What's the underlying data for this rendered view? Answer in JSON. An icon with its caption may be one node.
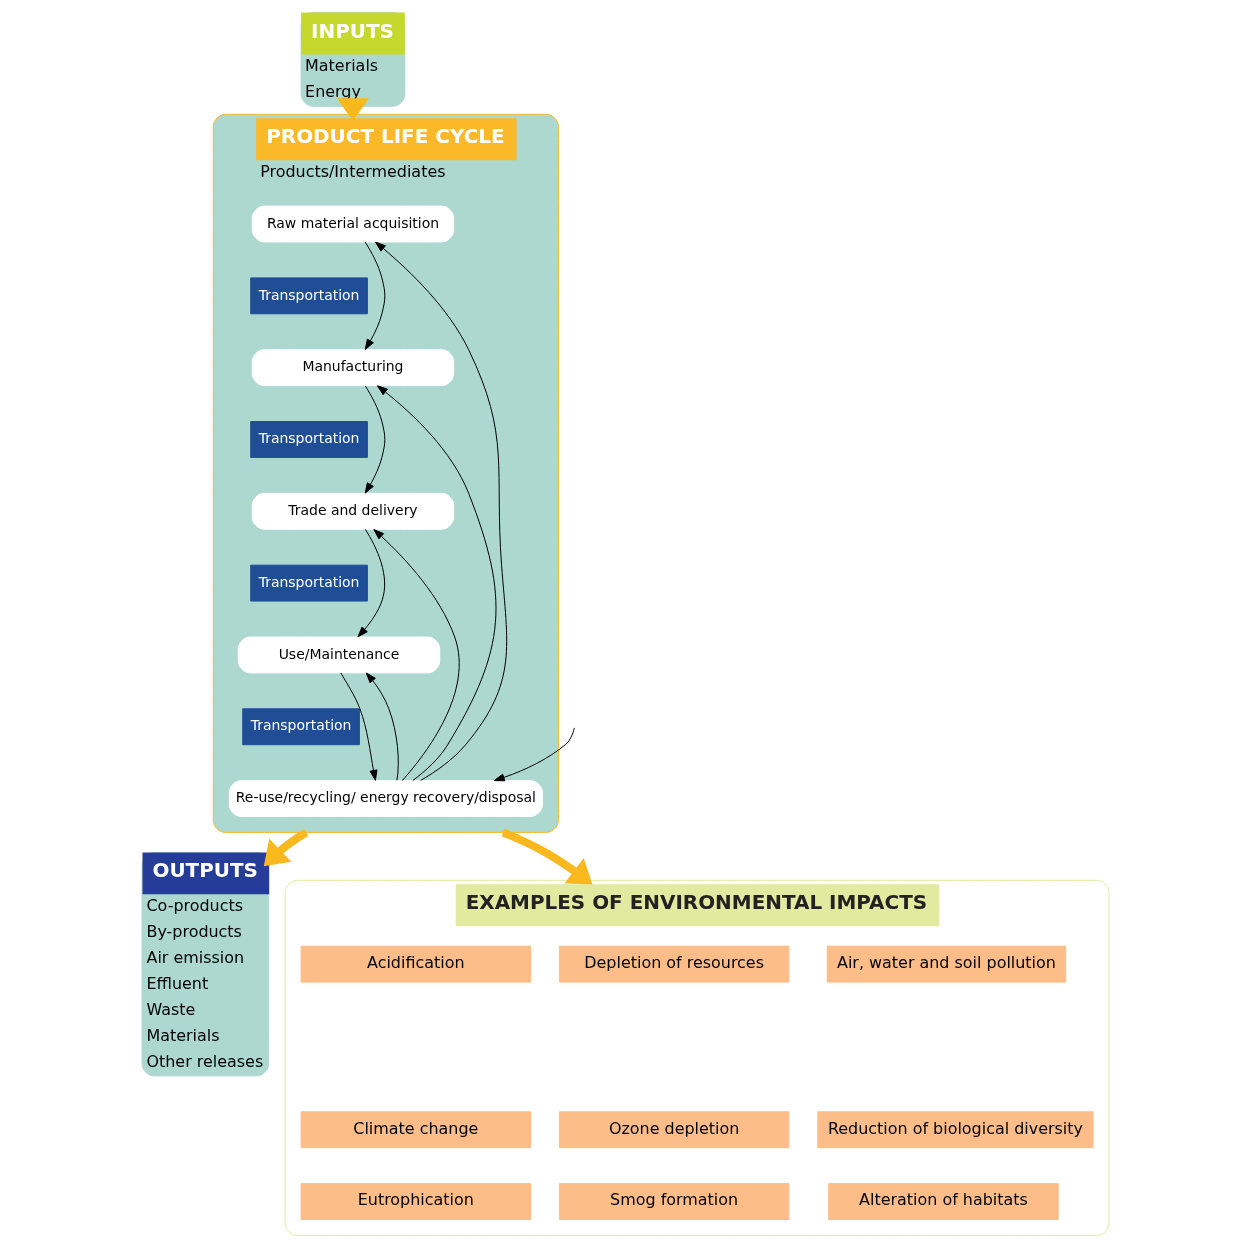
{
  "diagram": {
    "nodes": [
      {
        "text": [
          "INPUTS",
          "Materials",
          "Energy"
        ]
      },
      {
        "text": [
          "PRODUCT LIFE CYCLE",
          "Products/Intermediates"
        ]
      },
      {
        "text": [
          "Raw material acquisition"
        ],
        "in": 1
      },
      {
        "text": [
          "Transportation"
        ],
        "in": 1
      },
      {
        "text": [
          "Manufacturing"
        ],
        "in": 1
      },
      {
        "text": [
          "Transportation"
        ],
        "in": 1
      },
      {
        "text": [
          "Trade and delivery"
        ],
        "in": 1
      },
      {
        "text": [
          "Transportation"
        ],
        "in": 1
      },
      {
        "text": [
          "Use/Maintenance"
        ],
        "in": 1
      },
      {
        "text": [
          "Transportation"
        ],
        "in": 1
      },
      {
        "text": [
          "Re-use/recycling/ energy recovery/disposal"
        ],
        "in": 1
      },
      {
        "text": [
          "OUTPUTS",
          "Co-products",
          "By-products",
          "Air emission",
          "Effluent",
          "Waste",
          "Materials",
          "Other releases"
        ]
      },
      {
        "text": [
          "EXAMPLES OF ENVIRONMENTAL IMPACTS"
        ]
      },
      {
        "text": [
          "Acidification"
        ],
        "in": 12
      },
      {
        "text": [
          "Depletion of resources"
        ],
        "in": 12
      },
      {
        "text": [
          "Air, water and soil pollution"
        ],
        "in": 12
      },
      {
        "text": [
          "Climate change"
        ],
        "in": 12
      },
      {
        "text": [
          "Ozone depletion"
        ],
        "in": 12
      },
      {
        "text": [
          "Reduction of biological diversity"
        ],
        "in": 12
      },
      {
        "text": [
          "Eutrophication"
        ],
        "in": 12
      },
      {
        "text": [
          "Smog formation"
        ],
        "in": 12
      },
      {
        "text": [
          "Alteration of habitats"
        ],
        "in": 12
      }
    ],
    "edges": [
      {
        "from": 0,
        "to": 1,
        "arrow": "to",
        "style": "thick",
        "color": "#f9b81d"
      },
      {
        "from": 1,
        "to": 11,
        "arrow": "to",
        "style": "thick",
        "color": "#f9b81d"
      },
      {
        "from": 1,
        "to": 12,
        "arrow": "to",
        "style": "thick",
        "color": "#f9b81d"
      },
      {
        "from": 2,
        "to": 4,
        "arrow": "to"
      },
      {
        "from": 4,
        "to": 6,
        "arrow": "to"
      },
      {
        "from": 6,
        "to": 8,
        "arrow": "to"
      },
      {
        "from": 8,
        "to": 10,
        "arrow": "to"
      },
      {
        "from": 10,
        "to": 2,
        "arrow": "to"
      },
      {
        "from": 10,
        "to": 4,
        "arrow": "to"
      },
      {
        "from": 10,
        "to": 6,
        "arrow": "to"
      },
      {
        "from": 10,
        "to": 8,
        "arrow": "to"
      },
      {
        "from": null,
        "to": 10,
        "arrow": "to"
      }
    ]
  }
}
